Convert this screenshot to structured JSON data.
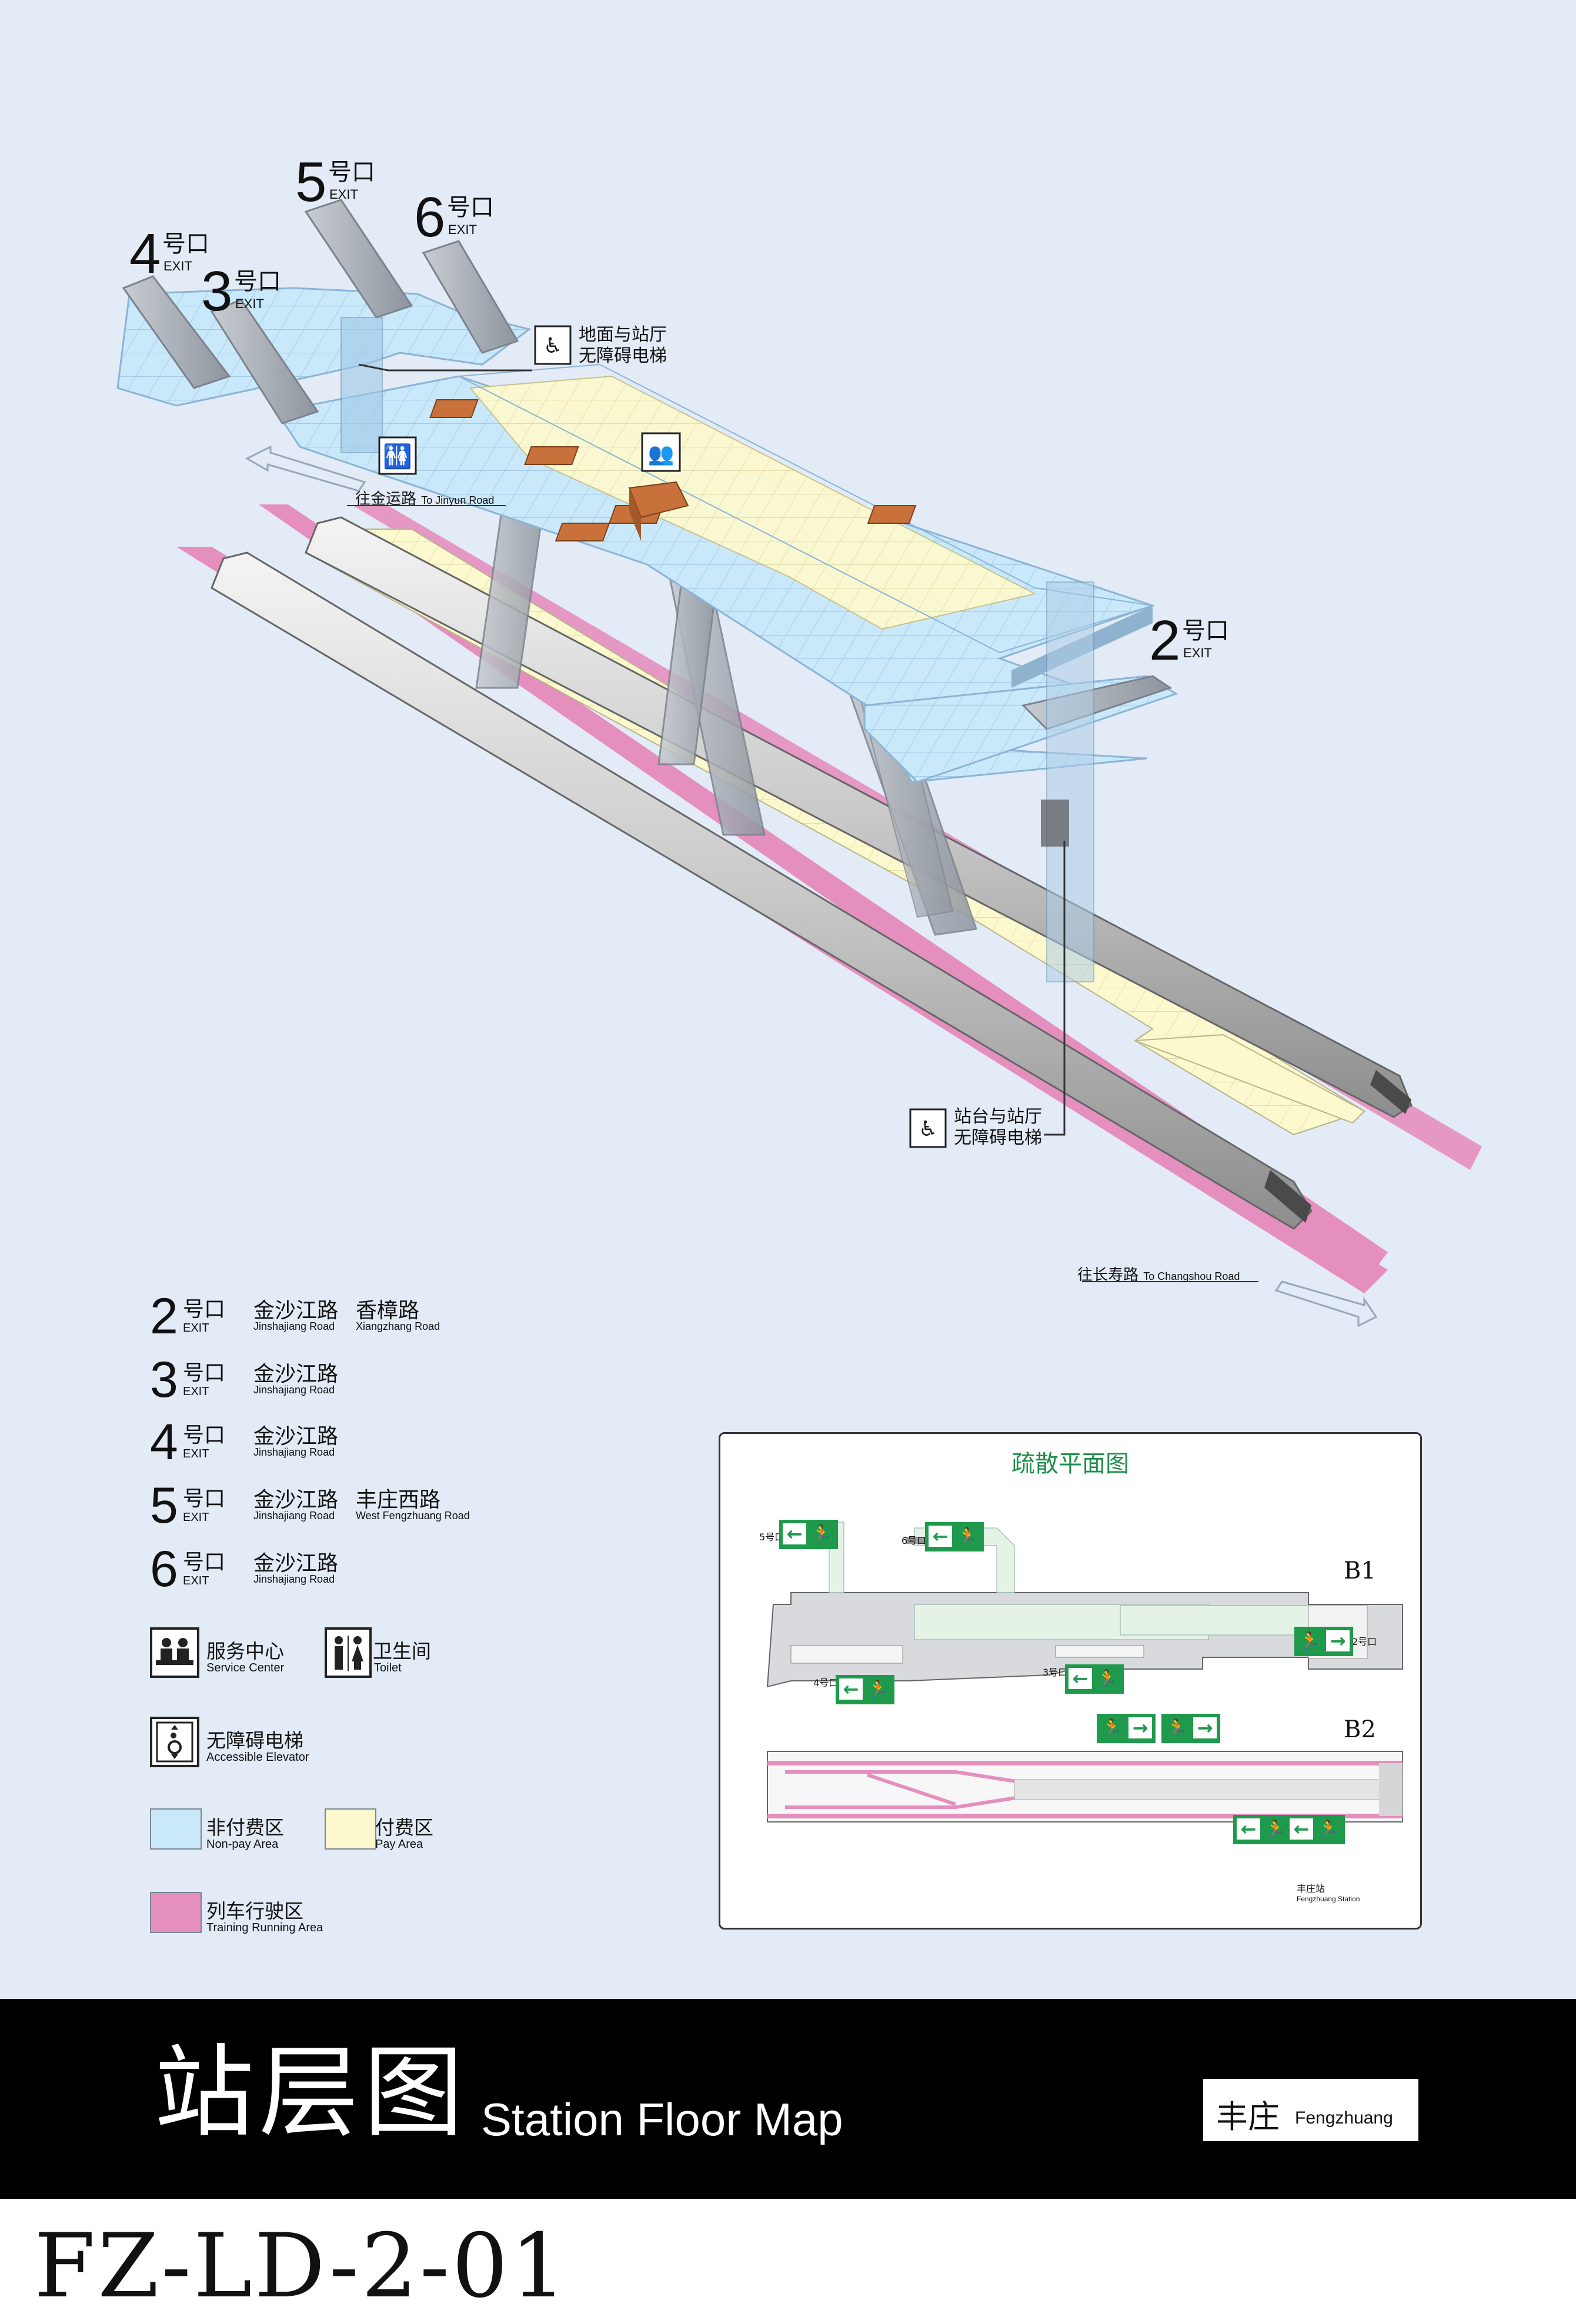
{
  "exits_top": [
    {
      "num": "5",
      "hao": "号口",
      "ex": "EXIT"
    },
    {
      "num": "6",
      "hao": "号口",
      "ex": "EXIT"
    },
    {
      "num": "4",
      "hao": "号口",
      "ex": "EXIT"
    },
    {
      "num": "3",
      "hao": "号口",
      "ex": "EXIT"
    },
    {
      "num": "2",
      "hao": "号口",
      "ex": "EXIT"
    }
  ],
  "callouts": {
    "ground_elevator": [
      "地面与站厅",
      "无障碍电梯"
    ],
    "platform_elevator": [
      "站台与站厅",
      "无障碍电梯"
    ]
  },
  "directions": {
    "jinyun": {
      "zh": "往金运路",
      "en": "To Jinyun Road"
    },
    "changshou": {
      "zh": "往长寿路",
      "en": "To Changshou Road"
    }
  },
  "legend_exits": [
    {
      "num": "2",
      "hao": "号口",
      "ex": "EXIT",
      "roads": [
        {
          "zh": "金沙江路",
          "en": "Jinshajiang Road"
        },
        {
          "zh": "香樟路",
          "en": "Xiangzhang Road"
        }
      ]
    },
    {
      "num": "3",
      "hao": "号口",
      "ex": "EXIT",
      "roads": [
        {
          "zh": "金沙江路",
          "en": "Jinshajiang Road"
        }
      ]
    },
    {
      "num": "4",
      "hao": "号口",
      "ex": "EXIT",
      "roads": [
        {
          "zh": "金沙江路",
          "en": "Jinshajiang Road"
        }
      ]
    },
    {
      "num": "5",
      "hao": "号口",
      "ex": "EXIT",
      "roads": [
        {
          "zh": "金沙江路",
          "en": "Jinshajiang Road"
        },
        {
          "zh": "丰庄西路",
          "en": "West Fengzhuang Road"
        }
      ]
    },
    {
      "num": "6",
      "hao": "号口",
      "ex": "EXIT",
      "roads": [
        {
          "zh": "金沙江路",
          "en": "Jinshajiang Road"
        }
      ]
    }
  ],
  "legend": {
    "service_center": {
      "zh": "服务中心",
      "en": "Service Center"
    },
    "toilet": {
      "zh": "卫生间",
      "en": "Toilet"
    },
    "elevator": {
      "zh": "无障碍电梯",
      "en": "Accessible Elevator"
    },
    "non_pay": {
      "zh": "非付费区",
      "en": "Non-pay Area",
      "color": "#c9e9fb"
    },
    "pay": {
      "zh": "付费区",
      "en": "Pay Area",
      "color": "#fdf9cf"
    },
    "running": {
      "zh": "列车行驶区",
      "en": "Training Running Area",
      "color": "#e58fbf"
    }
  },
  "evac": {
    "title": "疏散平面图",
    "b1": "B1",
    "b2": "B2",
    "station_zh": "丰庄站",
    "station_en": "Fengzhuang Station",
    "exit_marks": [
      "5号口",
      "6号口",
      "4号口",
      "3号口",
      "2号口"
    ]
  },
  "footer": {
    "title_zh": "站层图",
    "title_en": "Station Floor Map",
    "station_zh": "丰庄",
    "station_en": "Fengzhuang",
    "code": "FZ-LD-2-01"
  },
  "colors": {
    "background": "#e2ebf6",
    "non_pay": "#c9e9fb",
    "pay": "#fdf9cf",
    "track": "#e58fbf",
    "evac_green": "#1f9a4c"
  }
}
